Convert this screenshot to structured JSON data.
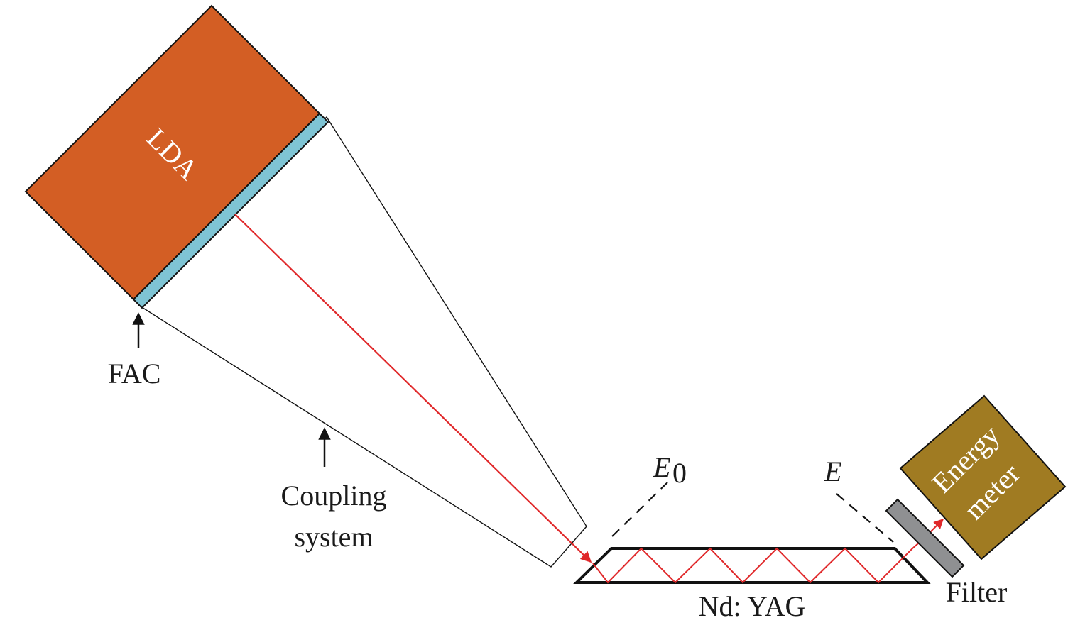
{
  "labels": {
    "lda": "LDA",
    "fac": "FAC",
    "coupling_line1": "Coupling",
    "coupling_line2": "system",
    "e0_main": "E",
    "e0_sub": "0",
    "e_label": "E",
    "crystal": "Nd: YAG",
    "meter_line1": "Energy",
    "meter_line2": "meter",
    "filter": "Filter"
  },
  "colors": {
    "lda_fill": "#D35E24",
    "fac_fill": "#7FC4D4",
    "beam": "#E0282A",
    "meter_fill": "#A07B22",
    "filter_fill": "#8F9092",
    "outline": "#111111"
  }
}
